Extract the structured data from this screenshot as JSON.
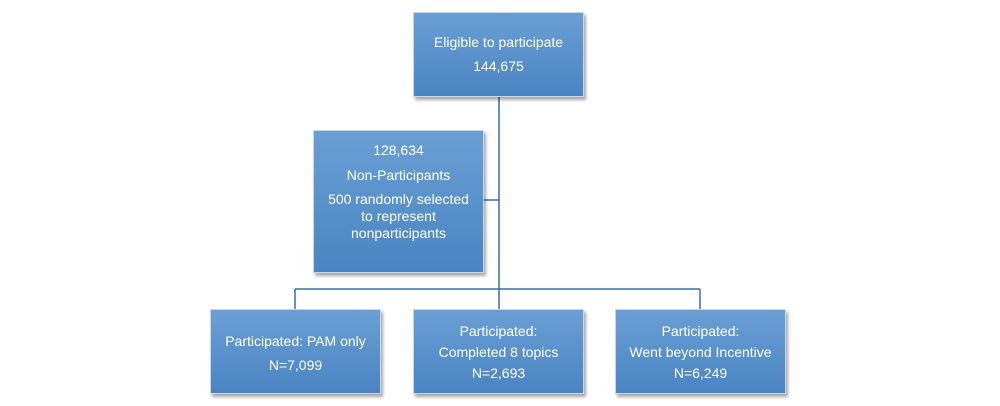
{
  "diagram": {
    "nodes": {
      "eligible": {
        "label": "Eligible to participate",
        "count": "144,675"
      },
      "non_participants": {
        "count": "128,634",
        "label": "Non-Participants",
        "sample_line1": "500  randomly selected",
        "sample_line2": "to represent",
        "sample_line3": "nonparticipants"
      },
      "pam_only": {
        "label": "Participated: PAM only",
        "count": "N=7,099"
      },
      "completed_topics": {
        "label_line1": "Participated:",
        "label_line2": "Completed 8 topics",
        "count": "N=2,693"
      },
      "beyond_incentive": {
        "label_line1": "Participated:",
        "label_line2": "Went beyond Incentive",
        "count": "N=6,249"
      }
    },
    "colors": {
      "box_fill_top": "#6a9fd4",
      "box_fill_bottom": "#4a84c3",
      "connector": "#3b6fa5",
      "text": "#ffffff"
    }
  }
}
